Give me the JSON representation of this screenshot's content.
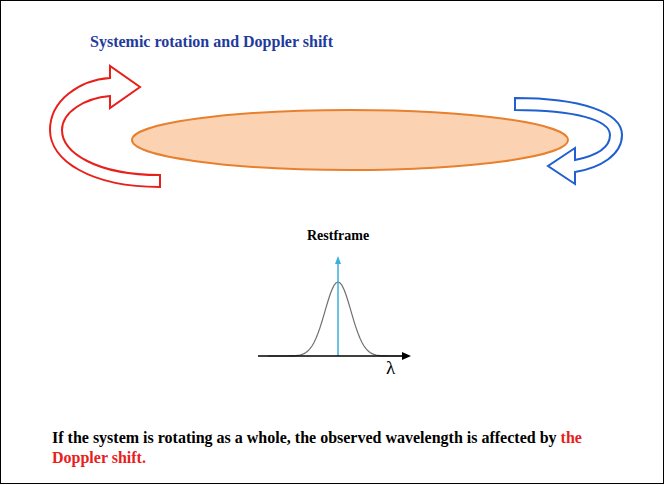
{
  "diagram": {
    "title": "Systemic rotation and Doppler shift",
    "labels": [
      "Restframe",
      "λ",
      "If the system is rotating as a whole, the observed wavelength is affected by",
      "the Doppler shift."
    ]
  }
}
